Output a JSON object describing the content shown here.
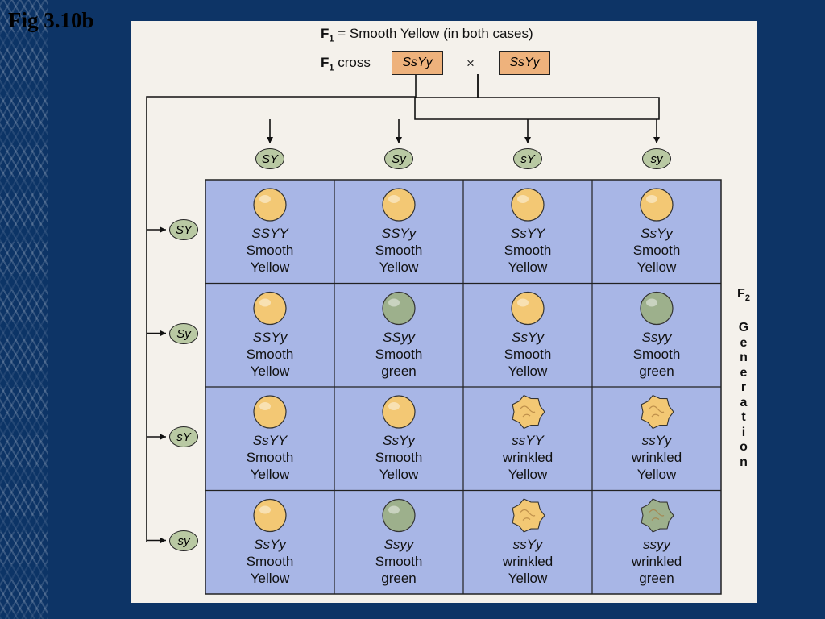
{
  "slide_title": "Fig 3.10b",
  "header": {
    "f1_prefix": "F",
    "f1_sub": "1",
    "f1_rest": " = Smooth Yellow (in both cases)",
    "cross_prefix": "F",
    "cross_sub": "1",
    "cross_rest": " cross",
    "parent_left": "SsYy",
    "times_symbol": "×",
    "parent_right": "SsYy"
  },
  "column_gametes": [
    "SY",
    "Sy",
    "sY",
    "sy"
  ],
  "row_gametes": [
    "SY",
    "Sy",
    "sY",
    "sy"
  ],
  "grid": [
    [
      {
        "genotype": "SSYY",
        "shape": "Smooth",
        "color": "Yellow",
        "pea": "smooth-yellow"
      },
      {
        "genotype": "SSYy",
        "shape": "Smooth",
        "color": "Yellow",
        "pea": "smooth-yellow"
      },
      {
        "genotype": "SsYY",
        "shape": "Smooth",
        "color": "Yellow",
        "pea": "smooth-yellow"
      },
      {
        "genotype": "SsYy",
        "shape": "Smooth",
        "color": "Yellow",
        "pea": "smooth-yellow"
      }
    ],
    [
      {
        "genotype": "SSYy",
        "shape": "Smooth",
        "color": "Yellow",
        "pea": "smooth-yellow"
      },
      {
        "genotype": "SSyy",
        "shape": "Smooth",
        "color": "green",
        "pea": "smooth-green"
      },
      {
        "genotype": "SsYy",
        "shape": "Smooth",
        "color": "Yellow",
        "pea": "smooth-yellow"
      },
      {
        "genotype": "Ssyy",
        "shape": "Smooth",
        "color": "green",
        "pea": "smooth-green"
      }
    ],
    [
      {
        "genotype": "SsYY",
        "shape": "Smooth",
        "color": "Yellow",
        "pea": "smooth-yellow"
      },
      {
        "genotype": "SsYy",
        "shape": "Smooth",
        "color": "Yellow",
        "pea": "smooth-yellow"
      },
      {
        "genotype": "ssYY",
        "shape": "wrinkled",
        "color": "Yellow",
        "pea": "wrinkled-yellow"
      },
      {
        "genotype": "ssYy",
        "shape": "wrinkled",
        "color": "Yellow",
        "pea": "wrinkled-yellow"
      }
    ],
    [
      {
        "genotype": "SsYy",
        "shape": "Smooth",
        "color": "Yellow",
        "pea": "smooth-yellow"
      },
      {
        "genotype": "Ssyy",
        "shape": "Smooth",
        "color": "green",
        "pea": "smooth-green"
      },
      {
        "genotype": "ssYy",
        "shape": "wrinkled",
        "color": "Yellow",
        "pea": "wrinkled-yellow"
      },
      {
        "genotype": "ssyy",
        "shape": "wrinkled",
        "color": "green",
        "pea": "wrinkled-green"
      }
    ]
  ],
  "f2_label": {
    "prefix": "F",
    "sub": "2",
    "word": "Generation"
  },
  "colors": {
    "background": "#0d3466",
    "panel": "#f4f1eb",
    "grid_fill": "#a8b6e6",
    "parent_box": "#eeb27c",
    "gamete_fill": "#b9c9a3",
    "pea_yellow": "#f3c874",
    "pea_green": "#9db08c"
  }
}
